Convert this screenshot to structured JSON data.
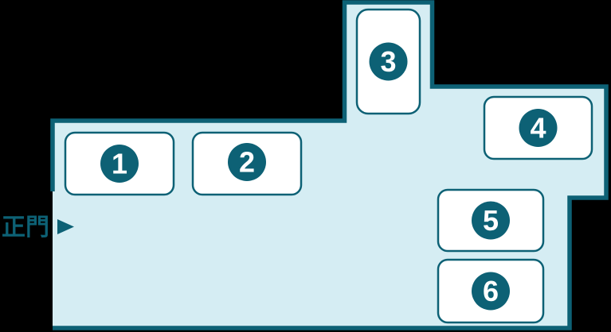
{
  "map": {
    "gate": {
      "label": "正門"
    },
    "buildings": [
      {
        "number": "1"
      },
      {
        "number": "2"
      },
      {
        "number": "3"
      },
      {
        "number": "4"
      },
      {
        "number": "5"
      },
      {
        "number": "6"
      }
    ],
    "icons": {
      "gate_arrow": "right-pointing-triangle"
    },
    "colors": {
      "background": "#000000",
      "area_fill": "#d5edf3",
      "outline": "#0d6175",
      "card_fill": "#ffffff",
      "number_text": "#ffffff"
    }
  }
}
